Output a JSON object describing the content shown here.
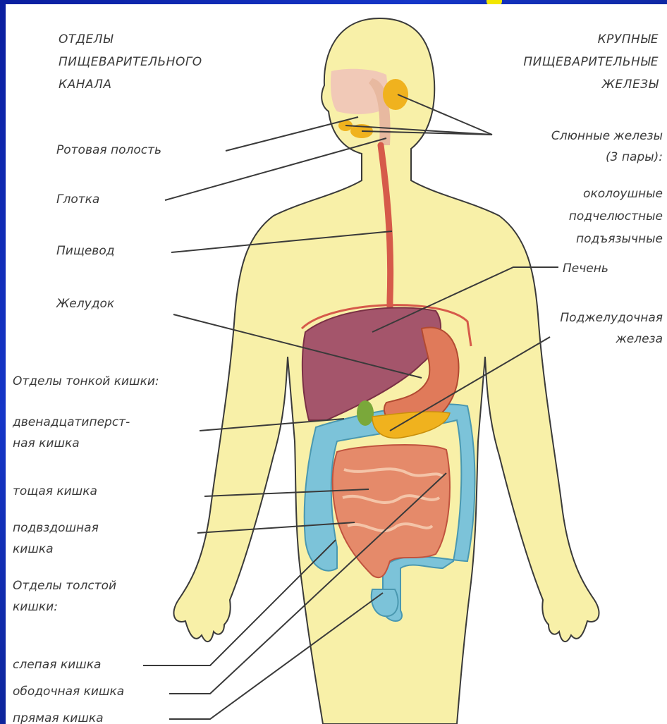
{
  "left_header": "ОТДЕЛЫ\nПИЩЕВАРИТЕЛЬНОГО\nКАНАЛА",
  "right_header": "КРУПНЫЕ\nПИЩЕВАРИТЕЛЬНЫЕ\nЖЕЛЕЗЫ",
  "left_labels": {
    "mouth": "Ротовая полость",
    "pharynx": "Глотка",
    "esophagus": "Пищевод",
    "stomach": "Желудок",
    "small_intestine_header": "Отделы тонкой кишки:",
    "duodenum": "двенадцатиперст-\nная кишка",
    "jejunum": "тощая кишка",
    "ileum": "подвздошная\nкишка",
    "large_intestine_header": "Отделы толстой\nкишки:",
    "cecum": "слепая кишка",
    "colon": "ободочная кишка",
    "rectum": "прямая кишка"
  },
  "right_labels": {
    "salivary": "Слюнные железы\n(3 пары):",
    "parotid": "околоушные",
    "submandibular": "подчелюстные",
    "sublingual": "подъязычные",
    "liver": "Печень",
    "pancreas": "Поджелудочная\nжелеза"
  }
}
